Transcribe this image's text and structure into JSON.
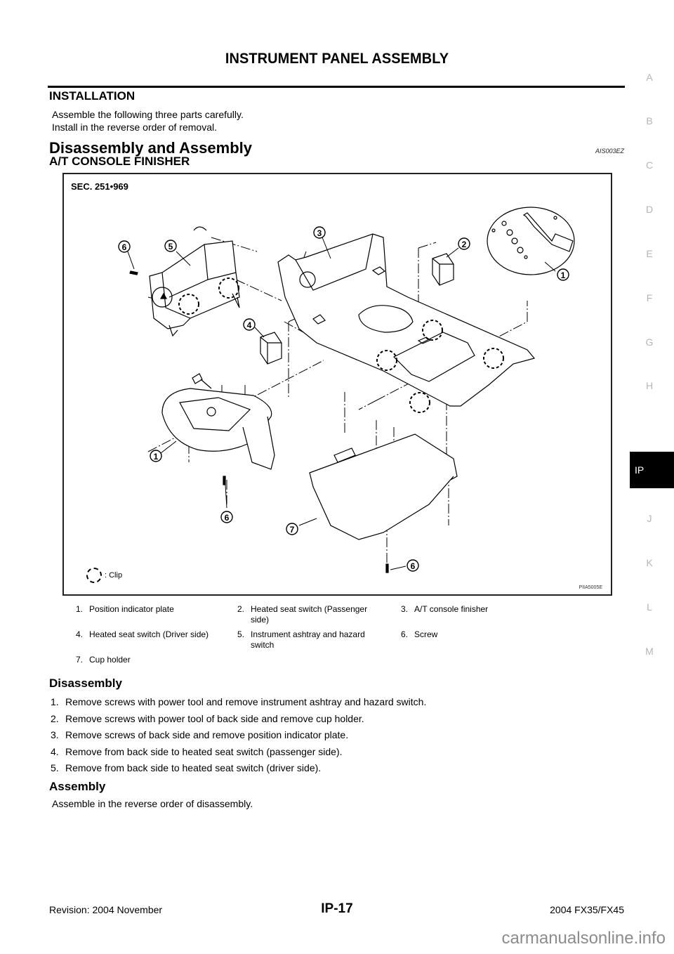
{
  "header": {
    "title": "INSTRUMENT PANEL ASSEMBLY"
  },
  "installation": {
    "heading": "INSTALLATION",
    "lines": [
      "Assemble the following three parts carefully.",
      "Install in the reverse order of removal."
    ]
  },
  "section": {
    "heading": "Disassembly and Assembly",
    "code": "AIS003EZ",
    "subheading": "A/T CONSOLE FINISHER"
  },
  "figure": {
    "sec_label": "SEC. 251•969",
    "figure_code": "PIIA5005E",
    "clip_legend": ": Clip",
    "callouts": [
      "1",
      "2",
      "3",
      "4",
      "5",
      "6",
      "6",
      "6",
      "1",
      "7"
    ]
  },
  "legend": {
    "rows": [
      [
        {
          "num": "1.",
          "text": "Position indicator plate"
        },
        {
          "num": "2.",
          "text": "Heated seat switch (Passenger side)"
        },
        {
          "num": "3.",
          "text": "A/T console finisher"
        }
      ],
      [
        {
          "num": "4.",
          "text": "Heated seat switch (Driver side)"
        },
        {
          "num": "5.",
          "text": "Instrument ashtray and hazard switch"
        },
        {
          "num": "6.",
          "text": "Screw"
        }
      ],
      [
        {
          "num": "7.",
          "text": "Cup holder"
        }
      ]
    ]
  },
  "disassembly": {
    "heading": "Disassembly",
    "steps": [
      {
        "num": "1.",
        "text": "Remove screws with power tool and remove instrument ashtray and hazard switch."
      },
      {
        "num": "2.",
        "text": "Remove screws with power tool of back side and remove cup holder."
      },
      {
        "num": "3.",
        "text": "Remove screws of back side and remove position indicator plate."
      },
      {
        "num": "4.",
        "text": "Remove from back side to heated seat switch (passenger side)."
      },
      {
        "num": "5.",
        "text": "Remove from back side to heated seat switch (driver side)."
      }
    ]
  },
  "assembly": {
    "heading": "Assembly",
    "text": "Assemble in the reverse order of disassembly."
  },
  "side_tabs": {
    "items": [
      "A",
      "B",
      "C",
      "D",
      "E",
      "F",
      "G",
      "H",
      "IP",
      "J",
      "K",
      "L",
      "M"
    ],
    "active": "IP"
  },
  "footer": {
    "revision": "Revision: 2004 November",
    "page": "IP-17",
    "model": "2004 FX35/FX45"
  },
  "watermark": "carmanualsonline.info"
}
